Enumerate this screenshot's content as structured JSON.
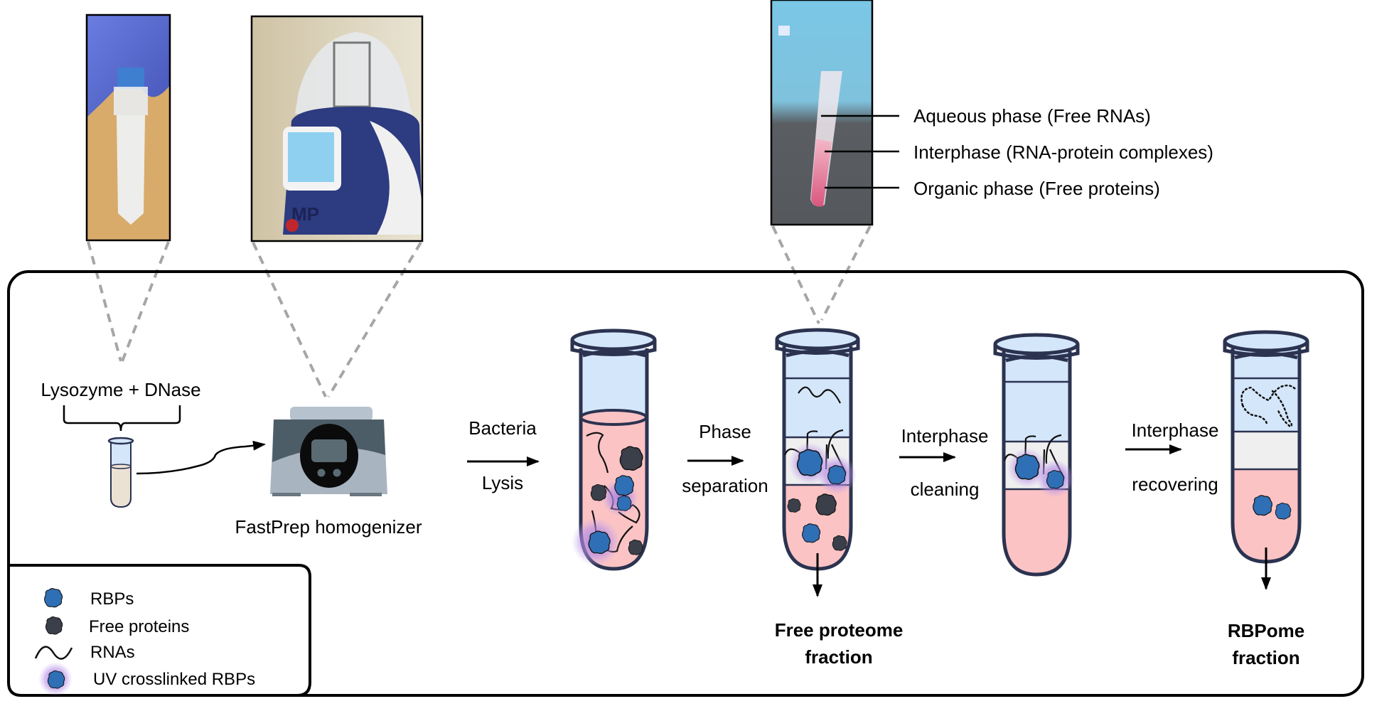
{
  "photos": {
    "lysis_tube": {
      "label": "Photo of 15 mL conical tube held with blue glove",
      "glove_color": "#5b6fd4",
      "background_color": "#d7a968"
    },
    "homogenizer": {
      "label": "Photo of FastPrep homogenizer instrument",
      "body_color": "#2d3b80",
      "brand_text": "MP"
    },
    "phase_tube": {
      "label": "Photo of microtube showing separated phases",
      "glove_color": "#7fc9e6",
      "liquid_color": "#d9628a"
    }
  },
  "phase_labels": [
    "Aqueous phase (Free RNAs)",
    "Interphase (RNA-protein complexes)",
    "Organic phase (Free proteins)"
  ],
  "workflow": {
    "reagent_label": "Lysozyme + DNase",
    "homogenizer_label": "FastPrep homogenizer",
    "steps": [
      {
        "top": "Bacteria",
        "bottom": "Lysis"
      },
      {
        "top": "Phase",
        "bottom": "separation"
      },
      {
        "top": "Interphase",
        "bottom": "cleaning"
      },
      {
        "top": "Interphase",
        "bottom": "recovering"
      }
    ],
    "outputs": [
      {
        "line1": "Free proteome",
        "line2": "fraction"
      },
      {
        "line1": "RBPome",
        "line2": "fraction"
      }
    ]
  },
  "legend": {
    "items": [
      {
        "icon": "rbp-icon",
        "label": "RBPs"
      },
      {
        "icon": "free-protein-icon",
        "label": "Free proteins"
      },
      {
        "icon": "rna-icon",
        "label": "RNAs"
      },
      {
        "icon": "uv-crosslinked-rbp-icon",
        "label": "UV crosslinked RBPs"
      }
    ]
  },
  "colors": {
    "tube_outline": "#2b3350",
    "aqueous": "#d4e6fa",
    "interphase": "#efefef",
    "organic": "#fbc3c4",
    "rbp": "#2f6fb5",
    "free_protein": "#3a3f4a",
    "uv_glow": "#9b6fd6",
    "dashed": "#a6a6a6",
    "lysate_tube": "#ece2d4"
  }
}
